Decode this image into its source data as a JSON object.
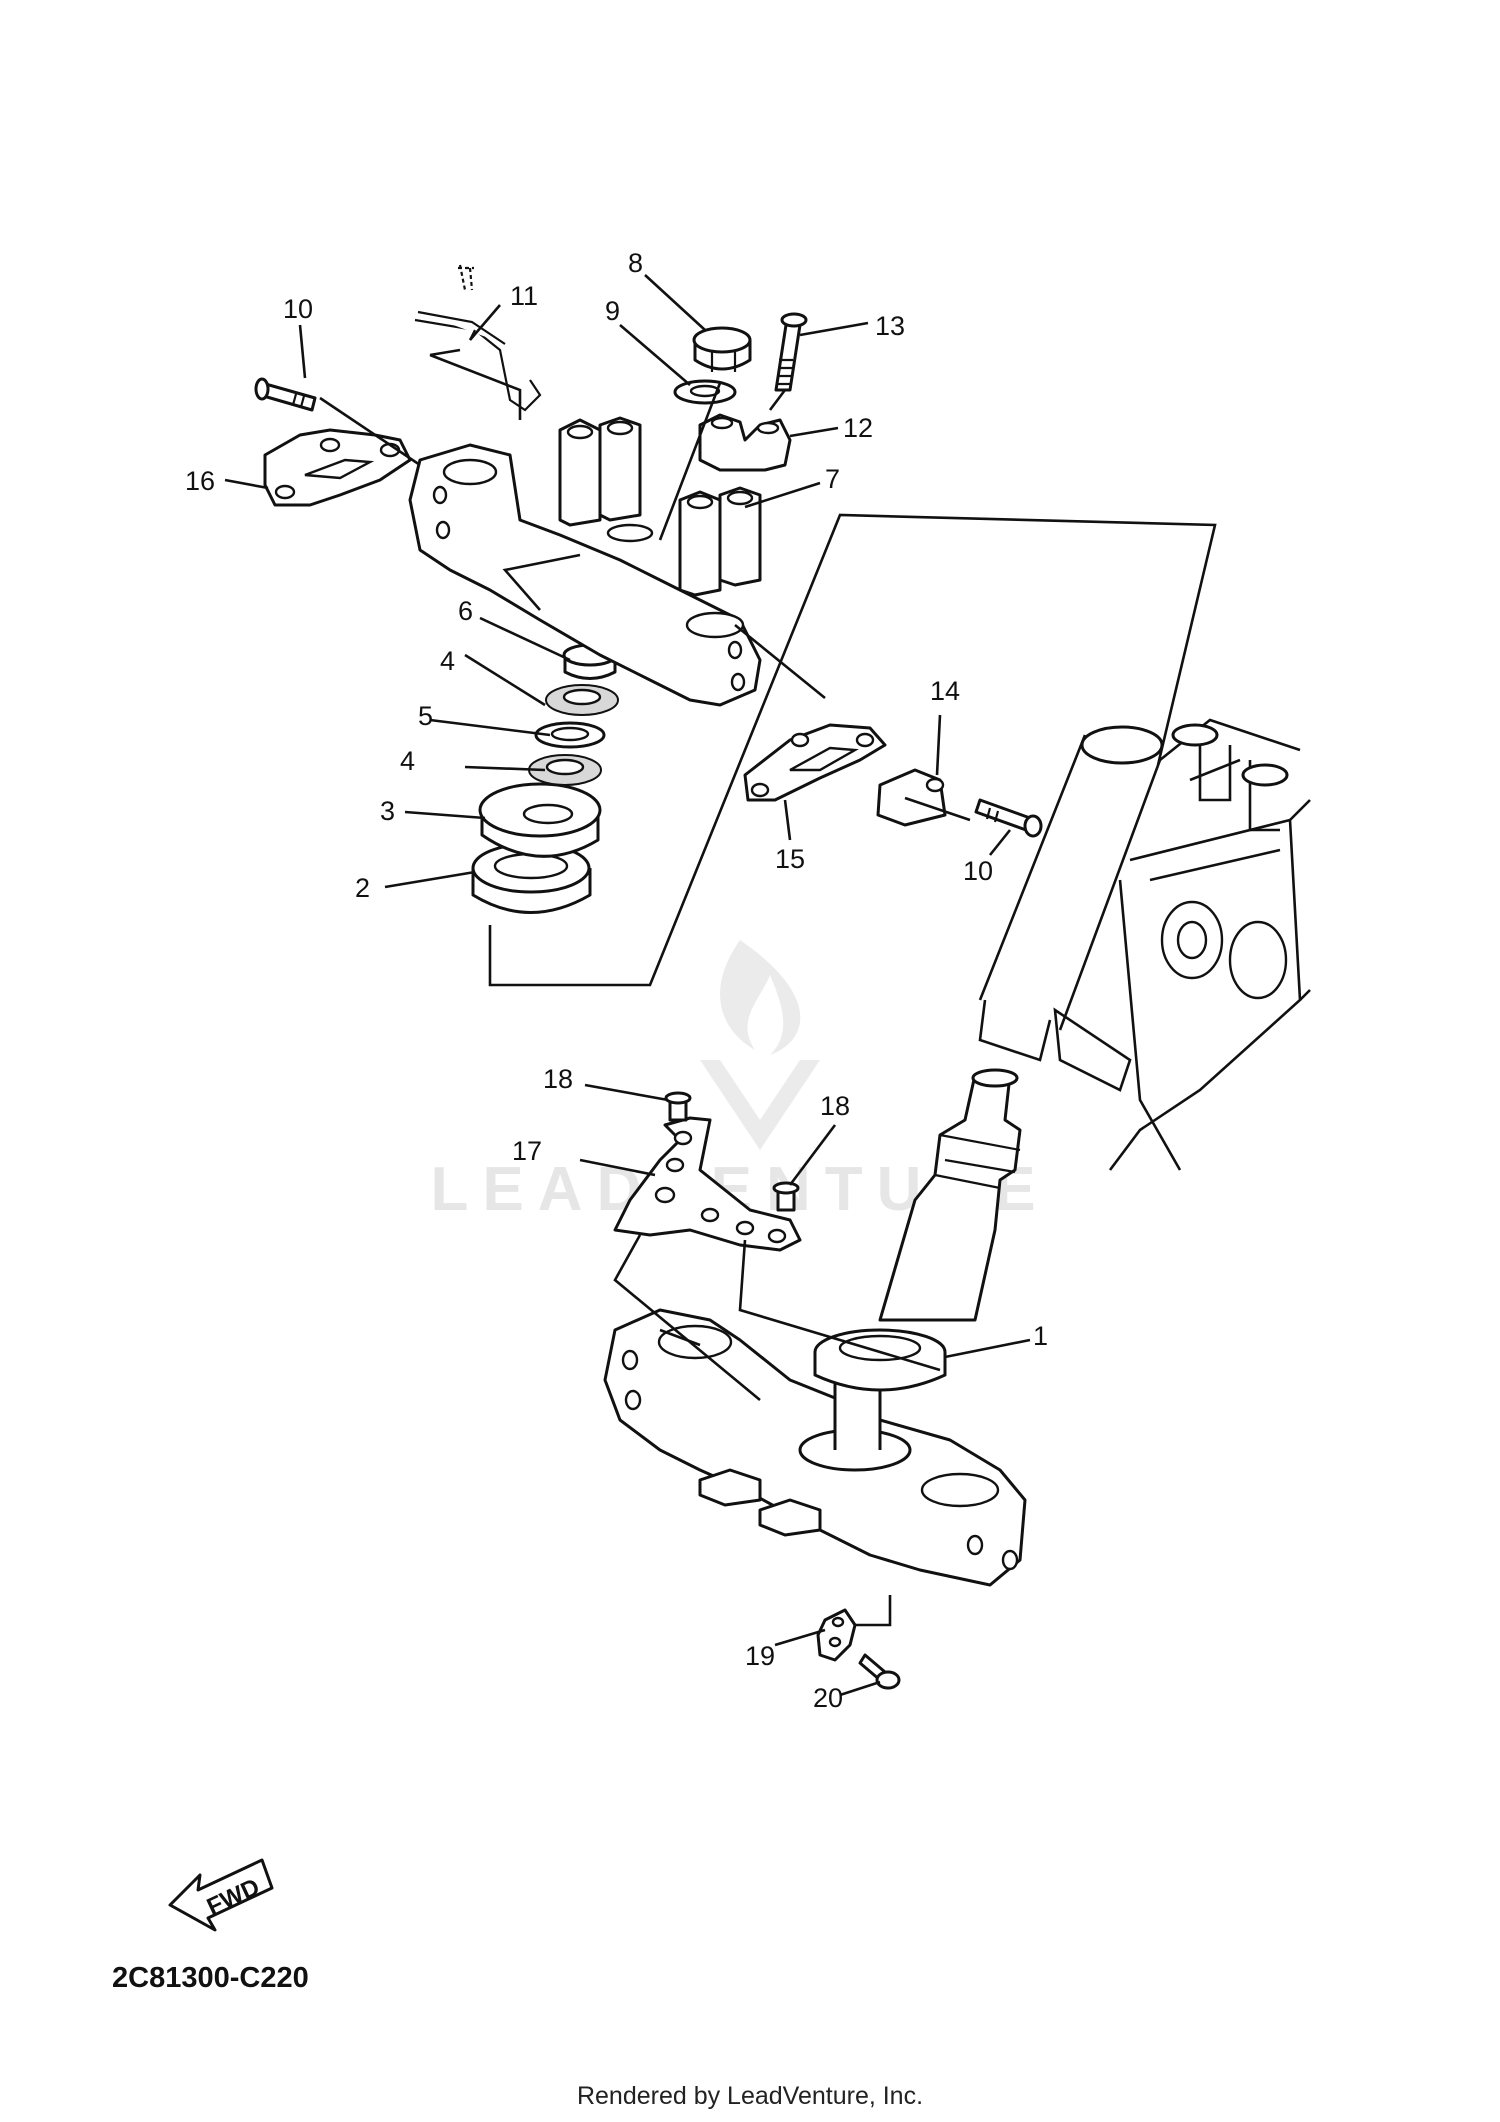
{
  "diagram": {
    "code": "2C81300-C220",
    "rendered_by": "Rendered by LeadVenture, Inc.",
    "watermark": "LEADVENTURE",
    "fwd_label": "FWD",
    "callouts": [
      {
        "id": "c1",
        "label": "1"
      },
      {
        "id": "c2",
        "label": "2"
      },
      {
        "id": "c3",
        "label": "3"
      },
      {
        "id": "c4a",
        "label": "4"
      },
      {
        "id": "c4b",
        "label": "4"
      },
      {
        "id": "c5",
        "label": "5"
      },
      {
        "id": "c6",
        "label": "6"
      },
      {
        "id": "c7",
        "label": "7"
      },
      {
        "id": "c8",
        "label": "8"
      },
      {
        "id": "c9",
        "label": "9"
      },
      {
        "id": "c10a",
        "label": "10"
      },
      {
        "id": "c10b",
        "label": "10"
      },
      {
        "id": "c11",
        "label": "11"
      },
      {
        "id": "c12",
        "label": "12"
      },
      {
        "id": "c13",
        "label": "13"
      },
      {
        "id": "c14",
        "label": "14"
      },
      {
        "id": "c15",
        "label": "15"
      },
      {
        "id": "c16",
        "label": "16"
      },
      {
        "id": "c17",
        "label": "17"
      },
      {
        "id": "c18a",
        "label": "18"
      },
      {
        "id": "c18b",
        "label": "18"
      },
      {
        "id": "c19",
        "label": "19"
      },
      {
        "id": "c20",
        "label": "20"
      }
    ]
  }
}
